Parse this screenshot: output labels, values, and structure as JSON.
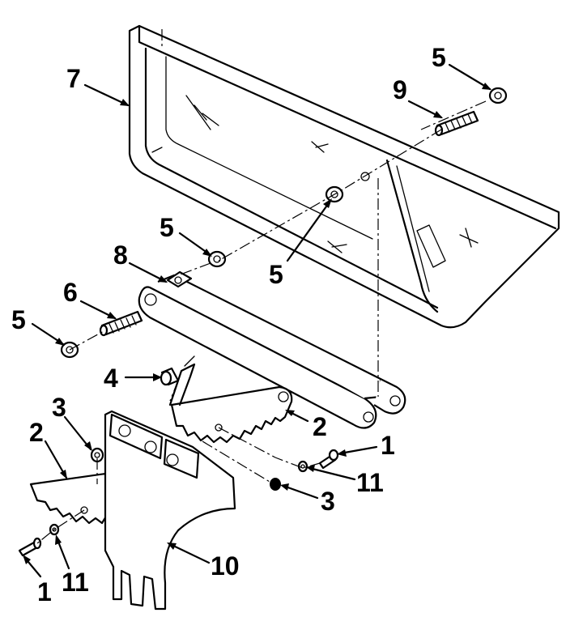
{
  "callouts": [
    {
      "id": "c1a",
      "text": "1"
    },
    {
      "id": "c1b",
      "text": "1"
    },
    {
      "id": "c2a",
      "text": "2"
    },
    {
      "id": "c2b",
      "text": "2"
    },
    {
      "id": "c3a",
      "text": "3"
    },
    {
      "id": "c3b",
      "text": "3"
    },
    {
      "id": "c4",
      "text": "4"
    },
    {
      "id": "c5a",
      "text": "5"
    },
    {
      "id": "c5b",
      "text": "5"
    },
    {
      "id": "c5c",
      "text": "5"
    },
    {
      "id": "c5d",
      "text": "5"
    },
    {
      "id": "c6",
      "text": "6"
    },
    {
      "id": "c7",
      "text": "7"
    },
    {
      "id": "c8",
      "text": "8"
    },
    {
      "id": "c9",
      "text": "9"
    },
    {
      "id": "c10",
      "text": "10"
    },
    {
      "id": "c11a",
      "text": "11"
    },
    {
      "id": "c11b",
      "text": "11"
    }
  ]
}
